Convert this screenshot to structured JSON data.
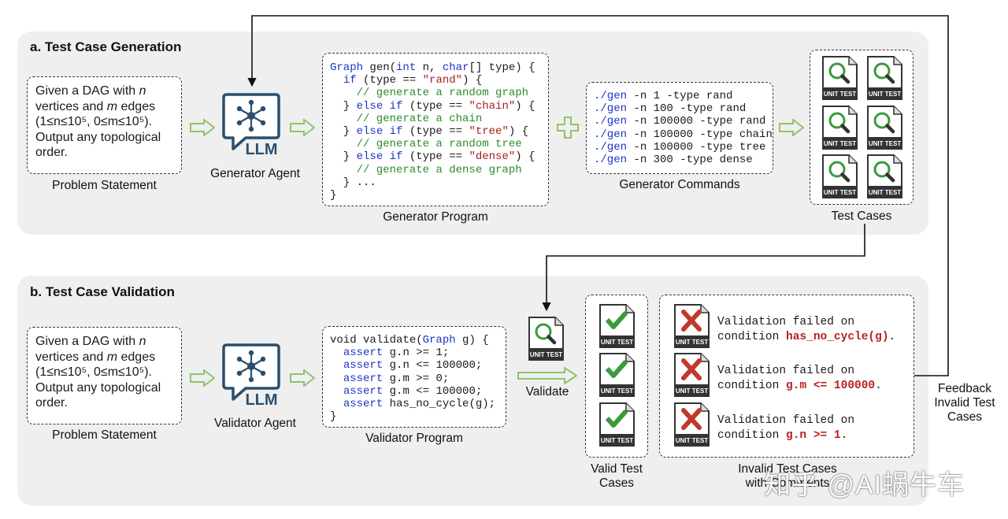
{
  "sections": {
    "generation_title": "a. Test Case Generation",
    "validation_title": "b. Test Case Validation"
  },
  "problem": {
    "line1_a": "Given a DAG with ",
    "n": "n",
    "line2_a": "vertices and ",
    "m": "m",
    "line2_b": " edges",
    "line3": "(1≤n≤10⁵, 0≤m≤10⁵).",
    "line4": "Output any topological",
    "line5": "order.",
    "caption": "Problem Statement"
  },
  "generator_agent": {
    "icon_label": "LLM",
    "caption": "Generator Agent"
  },
  "validator_agent": {
    "icon_label": "LLM",
    "caption": "Validator Agent"
  },
  "generator_program": {
    "caption": "Generator Program",
    "lines": [
      "Graph gen(int n, char[] type) {",
      "  if (type == \"rand\") {",
      "    // generate a random graph",
      "  } else if (type == \"chain\") {",
      "    // generate a chain",
      "  } else if (type == \"tree\") {",
      "    // generate a random tree",
      "  } else if (type == \"dense\") {",
      "    // generate a dense graph",
      "  } ...",
      "}"
    ]
  },
  "generator_commands": {
    "caption": "Generator Commands",
    "prefix": "./gen",
    "lines": [
      " -n 1 -type rand",
      " -n 100 -type rand",
      " -n 100000 -type rand",
      " -n 100000 -type chain",
      " -n 100000 -type tree",
      " -n 300 -type dense"
    ]
  },
  "test_cases": {
    "caption": "Test Cases",
    "icon_label": "UNIT TEST"
  },
  "validator_program": {
    "caption": "Validator Program",
    "lines": [
      "void validate(Graph g) {",
      "  assert g.n >= 1;",
      "  assert g.n <= 100000;",
      "  assert g.m >= 0;",
      "  assert g.m <= 100000;",
      "  assert has_no_cycle(g);",
      "}"
    ]
  },
  "validate": {
    "label": "Validate",
    "icon_label": "UNIT TEST"
  },
  "valid_cases": {
    "caption_line1": "Valid Test",
    "caption_line2": "Cases",
    "icon_label": "UNIT TEST"
  },
  "invalid_cases": {
    "caption_line1": "Invalid Test Cases",
    "caption_line2": "with Comments",
    "icon_label": "UNIT TEST",
    "messages": [
      {
        "line1": "Validation failed on",
        "line2_prefix": "condition ",
        "condition": "has_no_cycle(g)",
        "suffix": "."
      },
      {
        "line1": "Validation failed on",
        "line2_prefix": "condition ",
        "condition": "g.m <= 100000",
        "suffix": "."
      },
      {
        "line1": "Validation failed on",
        "line2_prefix": "condition ",
        "condition": "g.n >= 1",
        "suffix": "."
      }
    ]
  },
  "feedback": {
    "line1": "Feedback",
    "line2": "Invalid Test",
    "line3": "Cases"
  },
  "watermark": "知乎 @AI蜗牛车",
  "colors": {
    "panel_bg": "#efefef",
    "agent_blue": "#2a4f6e",
    "arrow_green": "#8fc46a",
    "check_green": "#3a9b3a",
    "cross_red": "#c0392b",
    "keyword_blue": "#1d35c4",
    "string_red": "#a31f1f",
    "comment_green": "#2c8c2c"
  }
}
